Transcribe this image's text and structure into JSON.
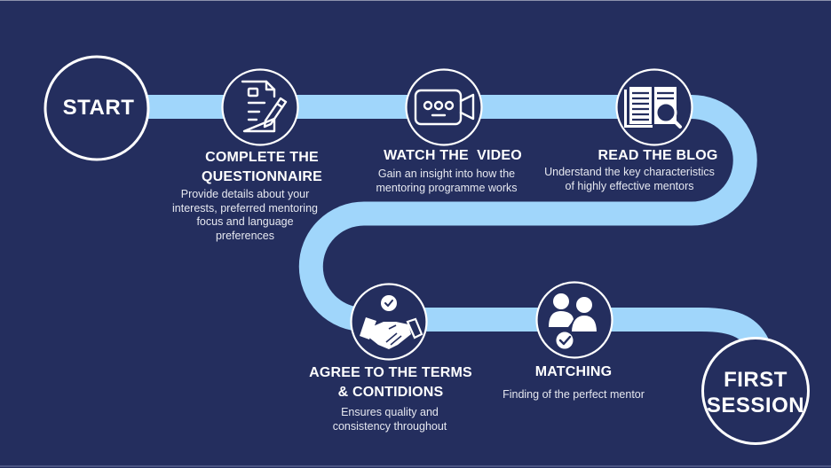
{
  "colors": {
    "background": "#242e5e",
    "path": "#a0d6fb",
    "circle_stroke": "#ffffff",
    "text": "#ffffff"
  },
  "start": {
    "label": "START"
  },
  "end": {
    "line1": "FIRST",
    "line2": "SESSION"
  },
  "steps": [
    {
      "icon": "questionnaire-icon",
      "title_lines": [
        "COMPLETE THE",
        "QUESTIONNAIRE"
      ],
      "desc_lines": [
        "Provide details about your",
        "interests, preferred mentoring",
        "focus and language",
        "preferences"
      ]
    },
    {
      "icon": "video-camera-icon",
      "title_lines": [
        "WATCH THE  VIDEO"
      ],
      "desc_lines": [
        "Gain an insight into how the",
        "mentoring programme works"
      ]
    },
    {
      "icon": "book-magnifier-icon",
      "title_lines": [
        "READ THE BLOG"
      ],
      "desc_lines": [
        "Understand the key characteristics",
        "of highly effective mentors"
      ]
    },
    {
      "icon": "handshake-icon",
      "title_lines": [
        "AGREE TO THE TERMS",
        "& CONTIDIONS"
      ],
      "desc_lines": [
        "Ensures quality and",
        "consistency throughout"
      ]
    },
    {
      "icon": "people-check-icon",
      "title_lines": [
        "MATCHING"
      ],
      "desc_lines": [
        "Finding of the perfect mentor"
      ]
    }
  ]
}
